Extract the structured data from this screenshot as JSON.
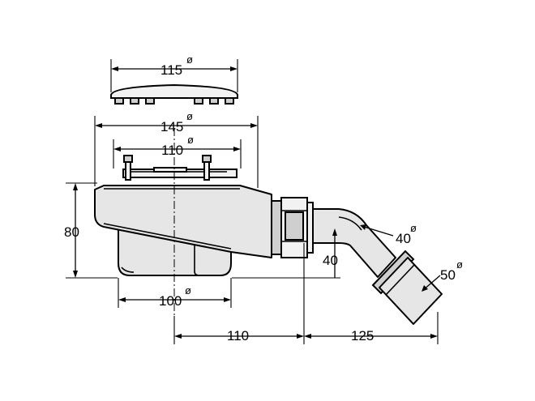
{
  "dimensions": {
    "cover_diameter": "115",
    "flange_diameter": "145",
    "clamp_diameter": "110",
    "trap_height": "80",
    "bowl_diameter": "100",
    "outlet_height": "40",
    "center_to_nut": "110",
    "nut_to_outlet": "125",
    "elbow_diameter": "40",
    "outlet_diameter": "50"
  },
  "symbols": {
    "diameter": "ø"
  }
}
